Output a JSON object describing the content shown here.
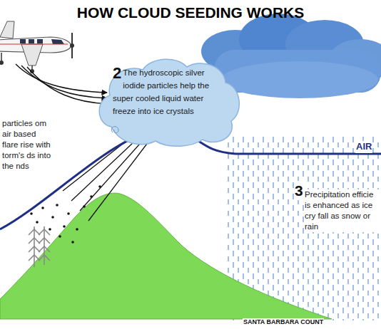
{
  "diagram": {
    "title": "HOW CLOUD SEEDING WORKS",
    "nodes": [
      {
        "text": [
          "2",
          "The hydroscopic silver iodide particles help the super cooled liquid water freeze into ice crystals"
        ]
      }
    ],
    "labels": [
      "particles om air based flare rise with torm's ds into the nds",
      "AIR",
      "3",
      "Precipitation efficie is enhanced as ice cry fall as snow or rain",
      "SANTA BARBARA COUNT"
    ]
  }
}
